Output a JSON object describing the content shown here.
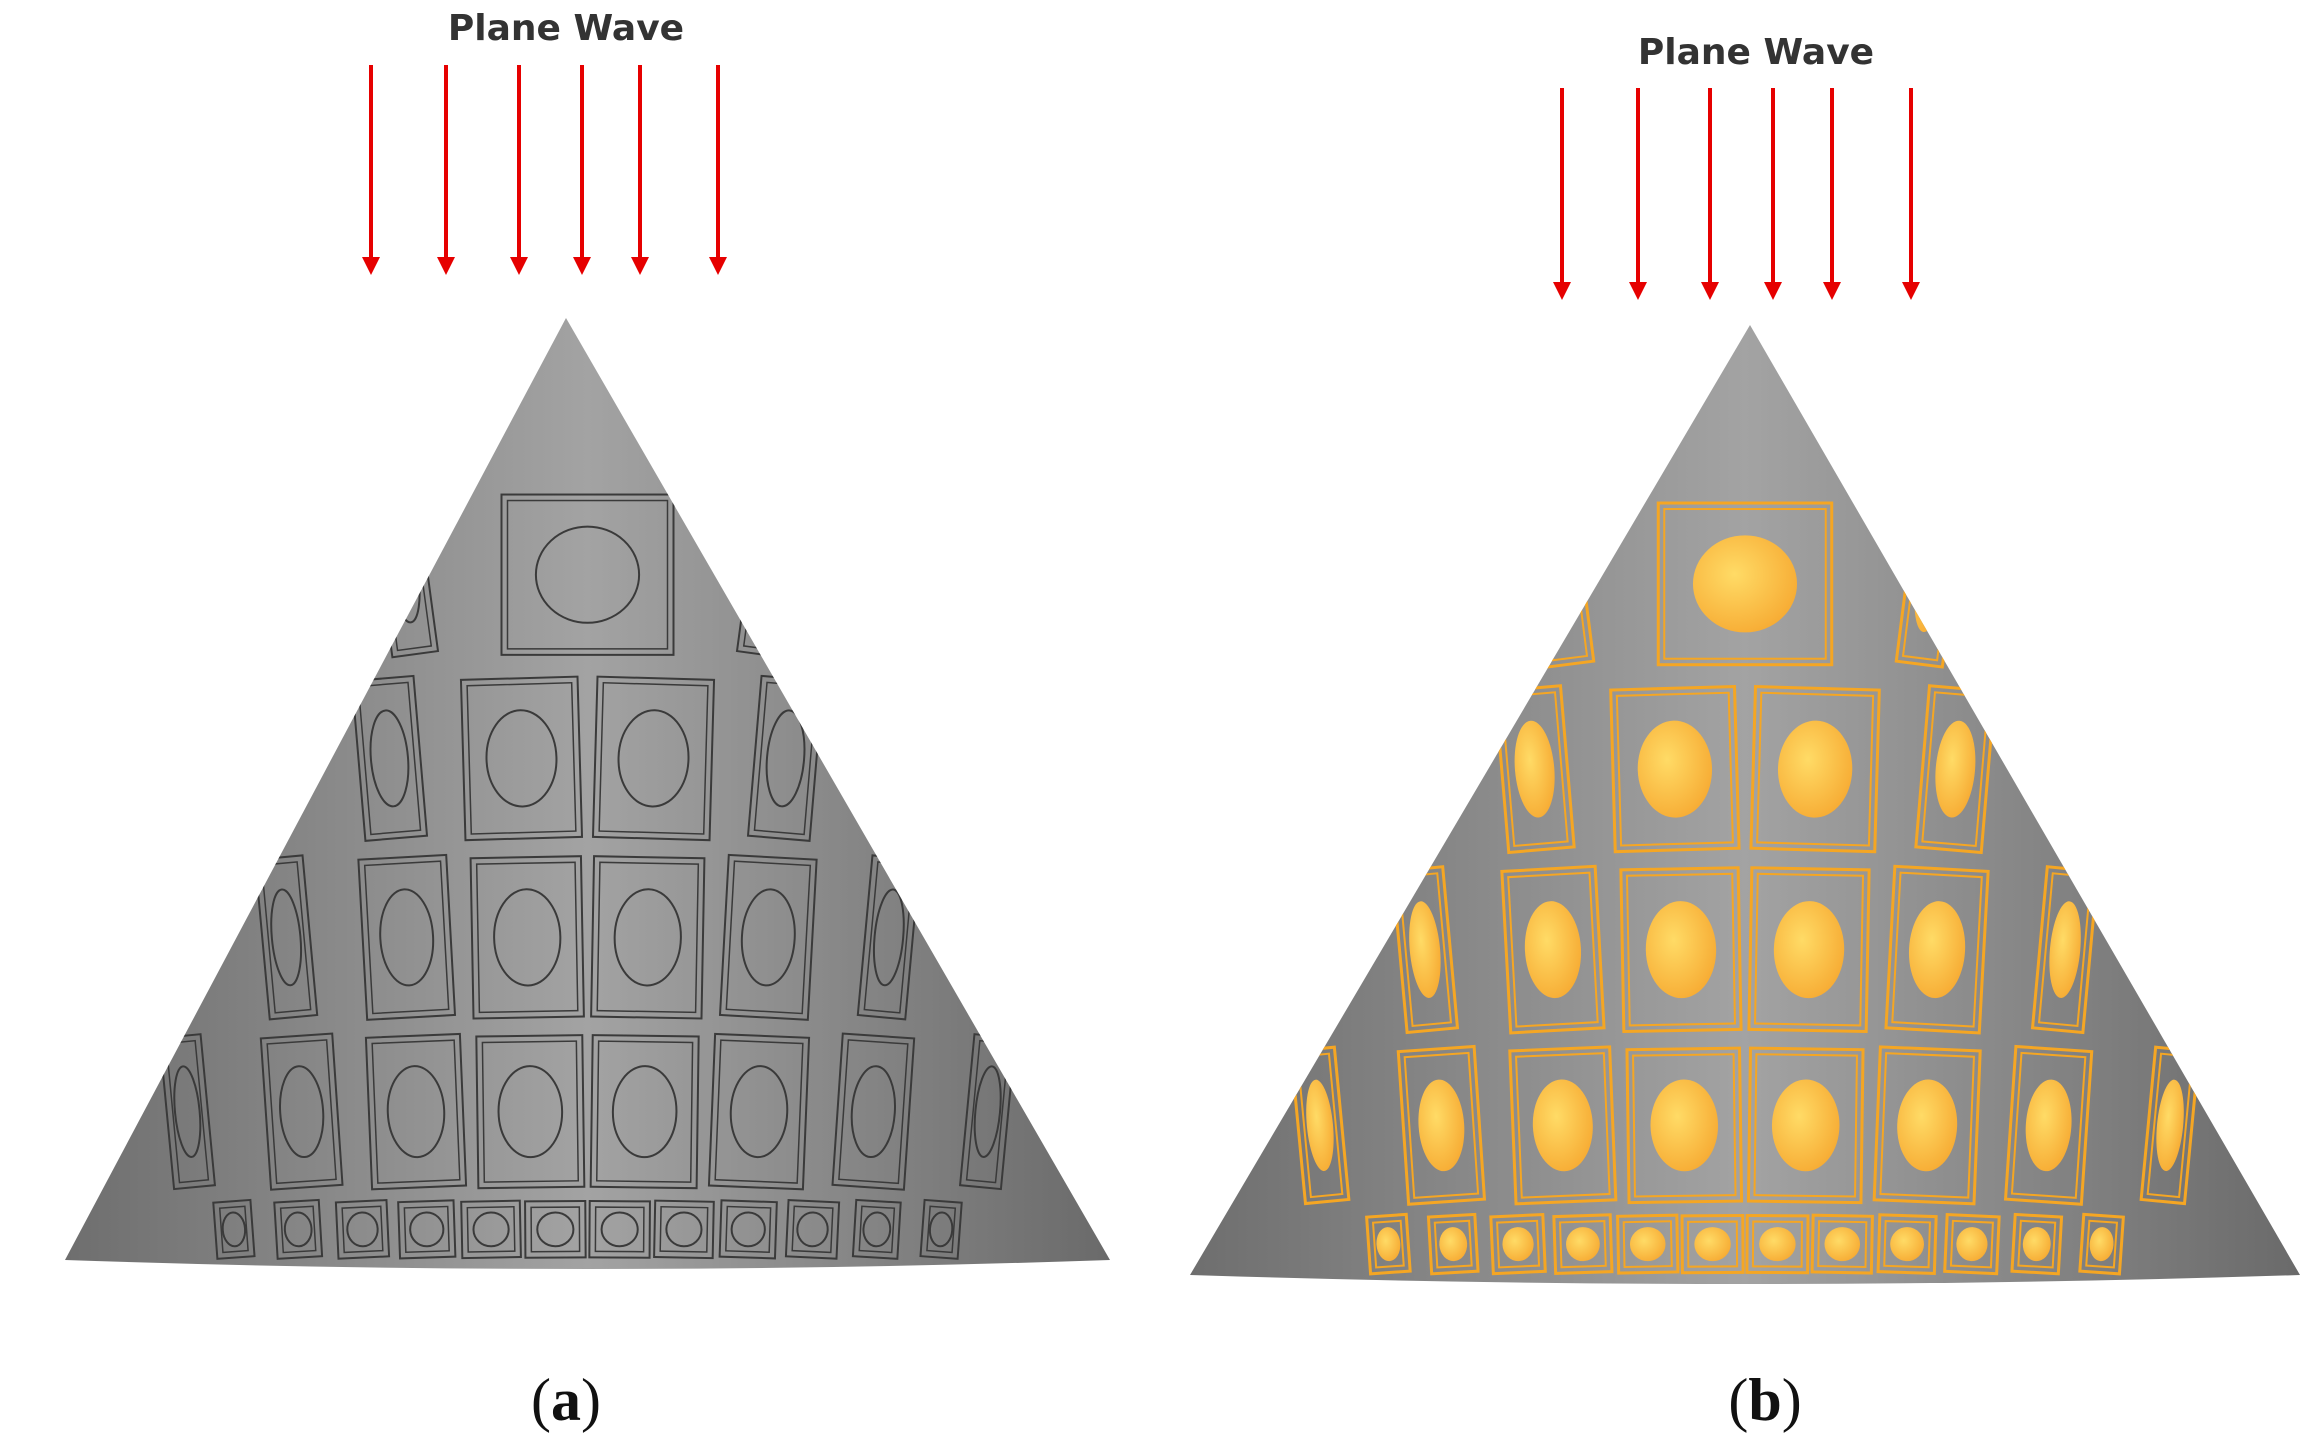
{
  "panels": [
    {
      "id": "a",
      "wave_label": "Plane Wave",
      "caption_open": "(",
      "caption_letter": "a",
      "caption_close": ")",
      "variant": "outline",
      "arrow_count": 6
    },
    {
      "id": "b",
      "wave_label": "Plane Wave",
      "caption_open": "(",
      "caption_letter": "b",
      "caption_close": ")",
      "variant": "gold",
      "arrow_count": 6
    }
  ],
  "colors": {
    "arrow": "#e60000",
    "cone_dark": "#6e6e6e",
    "cone_mid": "#9a9a9a",
    "cone_light": "#a8a8a8",
    "cell_outline": "#3a3a3a",
    "gold_dark": "#f4a12c",
    "gold_light": "#ffd45a",
    "gold_border": "#f5a623"
  }
}
